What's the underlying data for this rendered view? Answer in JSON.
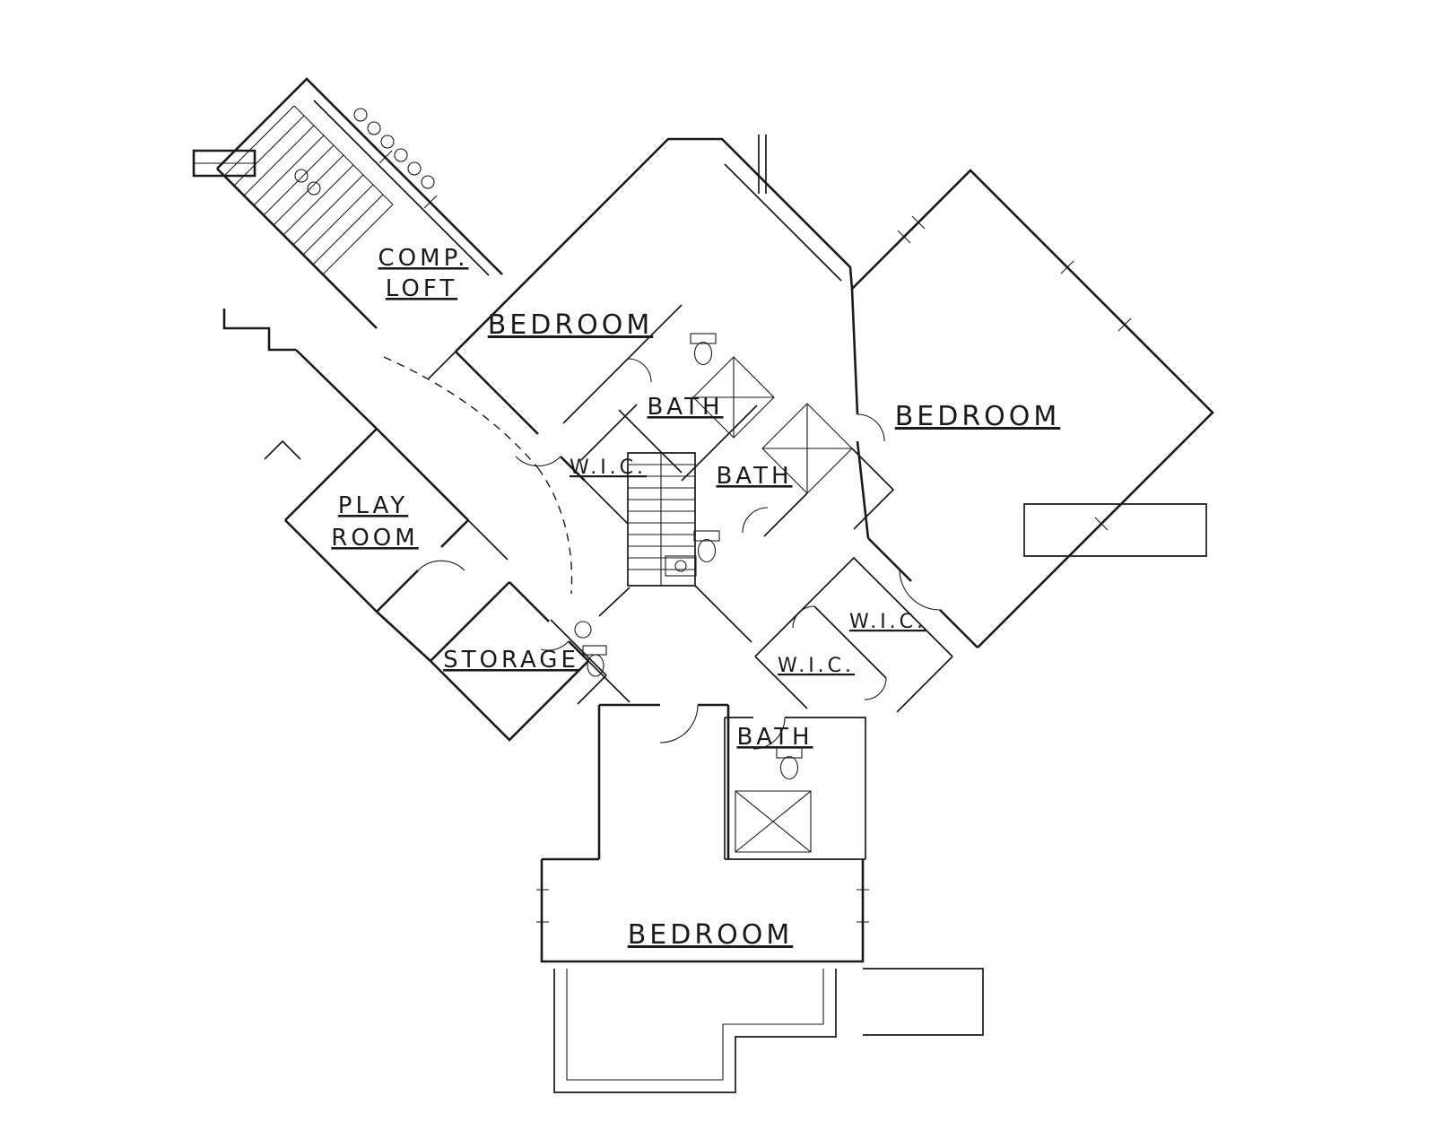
{
  "page": {
    "background_color": "#ffffff",
    "line_color": "#1a1a1a"
  },
  "labels": {
    "comp_loft_line1": "COMP.",
    "comp_loft_line2": "LOFT",
    "bedroom_top": "BEDROOM",
    "bath_top": "BATH",
    "bedroom_right": "BEDROOM",
    "wic_center": "W.I.C.",
    "bath_center": "BATH",
    "play_room_line1": "PLAY",
    "play_room_line2": "ROOM",
    "storage": "STORAGE",
    "wic_right": "W.I.C.",
    "wic_mid": "W.I.C.",
    "bath_lower": "BATH",
    "bedroom_bottom": "BEDROOM"
  }
}
